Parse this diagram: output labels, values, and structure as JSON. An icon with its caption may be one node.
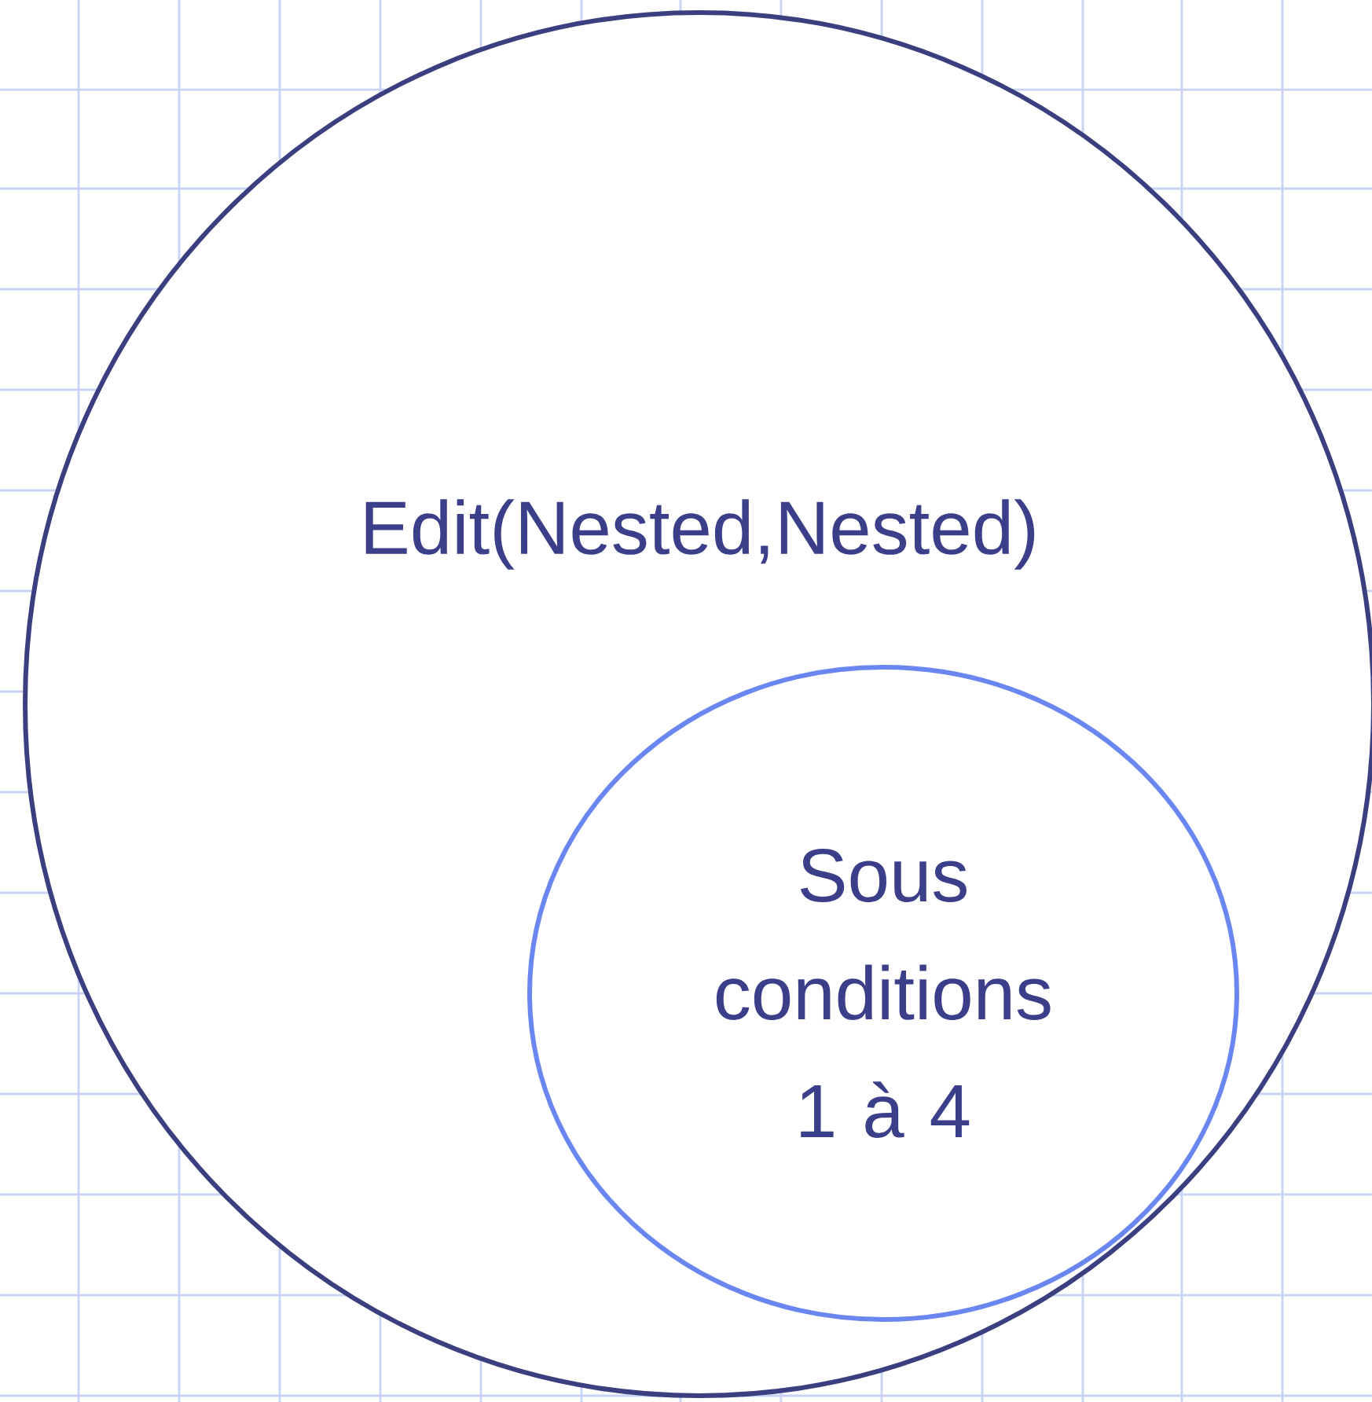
{
  "diagram": {
    "nodes": [
      {
        "text": [
          "Edit(Nested,Nested)"
        ]
      },
      {
        "text": [
          "Sous conditions 1 à 4"
        ],
        "in": 0
      }
    ]
  }
}
